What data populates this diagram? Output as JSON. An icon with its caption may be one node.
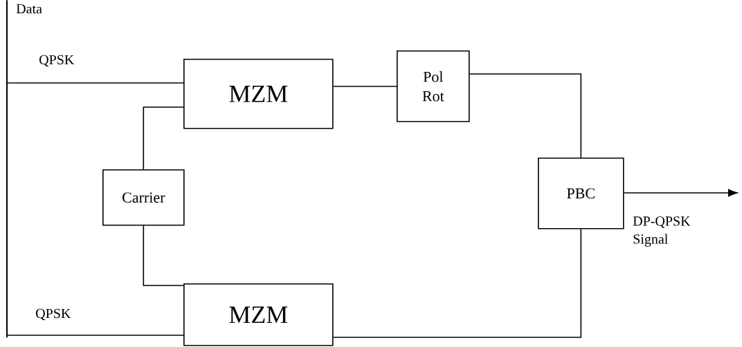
{
  "diagram": {
    "nodes": [
      {
        "text": [],
        "shape": "bar",
        "beside": [
          "Data"
        ]
      },
      {
        "text": [
          "MZM"
        ]
      },
      {
        "text": [
          "Pol Rot"
        ]
      },
      {
        "text": [
          "Carrier"
        ]
      },
      {
        "text": [
          "PBC"
        ]
      },
      {
        "text": [
          "MZM"
        ]
      }
    ],
    "edges": [
      {
        "from": 0,
        "to": 1,
        "arrow": "none",
        "label": "QPSK"
      },
      {
        "from": 0,
        "to": 5,
        "arrow": "none",
        "label": "QPSK"
      },
      {
        "from": 3,
        "to": 1,
        "arrow": "none"
      },
      {
        "from": 3,
        "to": 5,
        "arrow": "none"
      },
      {
        "from": 1,
        "to": 2,
        "arrow": "none"
      },
      {
        "from": 2,
        "to": 4,
        "arrow": "none"
      },
      {
        "from": 5,
        "to": 4,
        "arrow": "none"
      },
      {
        "from": 4,
        "to": null,
        "arrow": "to",
        "label": "DP-QPSK Signal"
      }
    ]
  }
}
